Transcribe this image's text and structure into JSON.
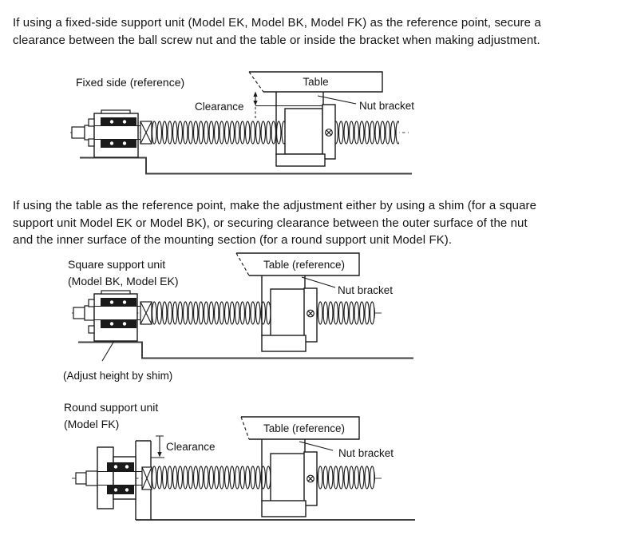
{
  "colors": {
    "ink": "#1a1a1a",
    "text": "#141414",
    "bed_line": "#3f3f3f"
  },
  "paragraphs": {
    "p1": "If using a fixed-side support unit (Model EK, Model BK, Model FK) as the reference point, secure a\nclearance between the ball screw nut and the table or inside the bracket when making adjustment.",
    "p2": "If using the table as the reference point, make the adjustment either by using a shim (for a square\nsupport unit Model EK or Model BK), or securing clearance between the outer surface of the nut\nand the inner surface of the mounting section (for a round support unit Model FK)."
  },
  "diagrams": {
    "fixed_side": {
      "title": "Fixed side (reference)",
      "table": "Table",
      "clearance": "Clearance",
      "nut_bracket": "Nut bracket"
    },
    "square_support": {
      "title": "Square support unit\n(Model BK, Model EK)",
      "table": "Table (reference)",
      "nut_bracket": "Nut bracket",
      "shim_note": "(Adjust height by shim)"
    },
    "round_support": {
      "title": "Round support unit\n(Model FK)",
      "table": "Table (reference)",
      "clearance": "Clearance",
      "nut_bracket": "Nut bracket"
    }
  }
}
